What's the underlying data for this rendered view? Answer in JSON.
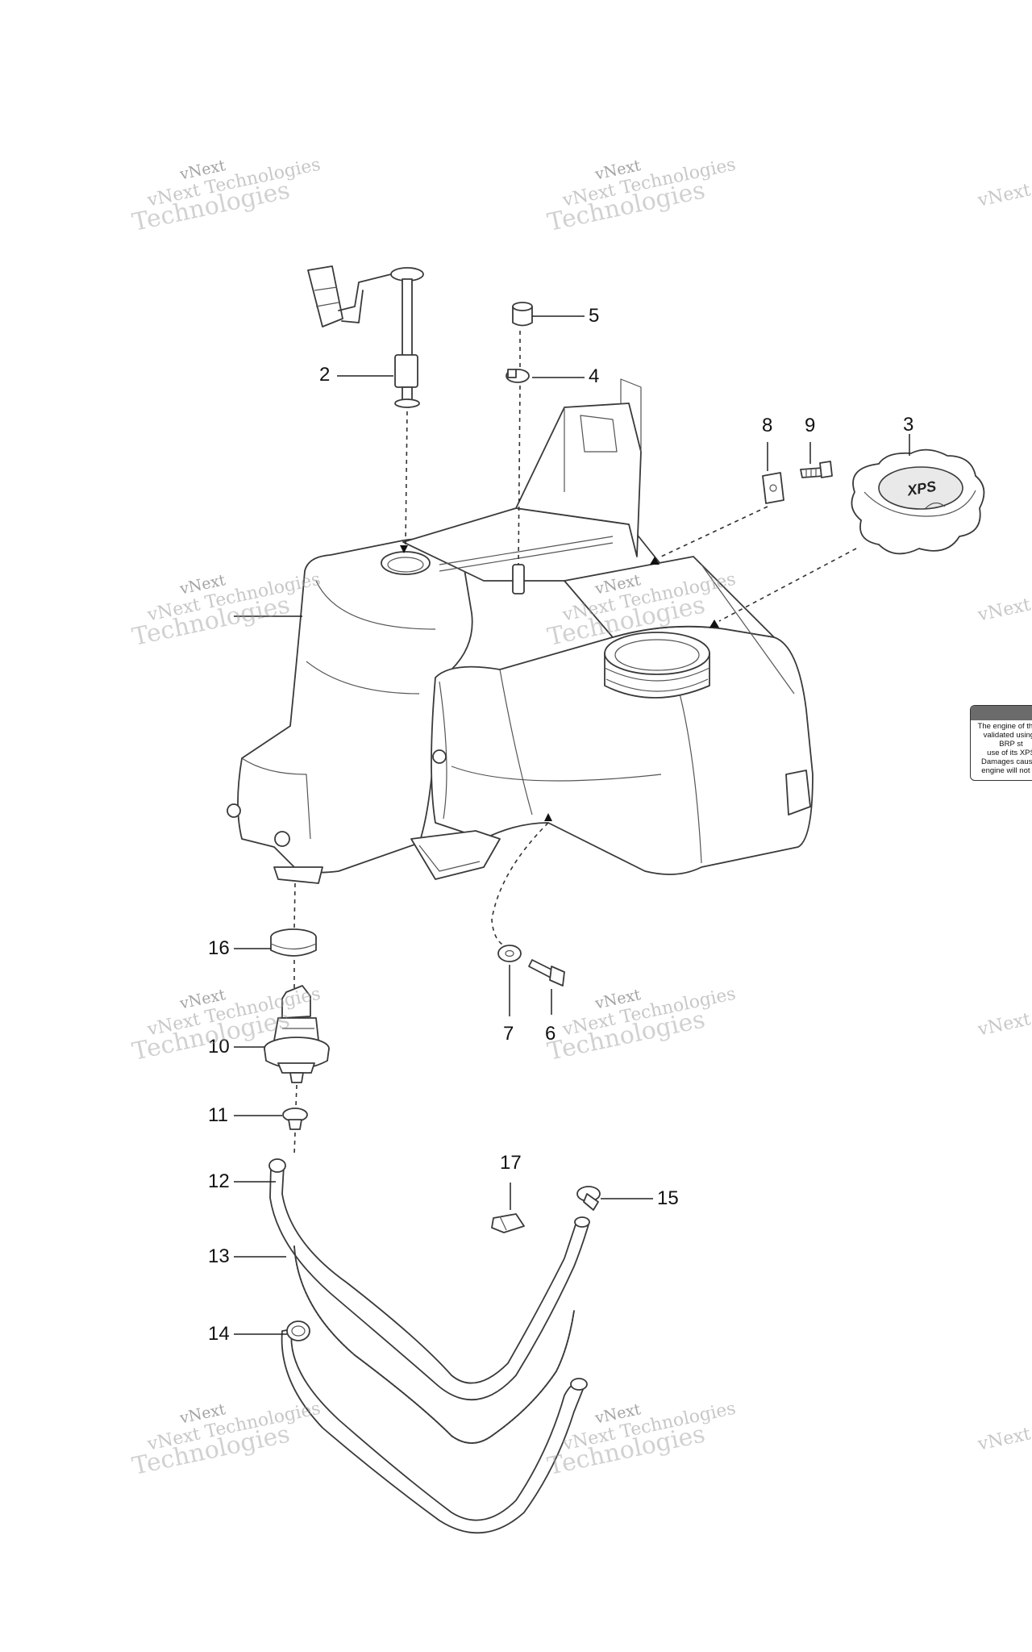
{
  "watermark": {
    "line1": "vNext",
    "line2": "vNext Technologies",
    "line3": "Technologies"
  },
  "notice_label": {
    "text": "The engine of this s\nvalidated using t\nBRP st\nuse of its XPS\nDamages caused\nengine will not be"
  },
  "callouts": [
    {
      "id": "2",
      "text": "2"
    },
    {
      "id": "3",
      "text": "3"
    },
    {
      "id": "4",
      "text": "4"
    },
    {
      "id": "5",
      "text": "5"
    },
    {
      "id": "6",
      "text": "6"
    },
    {
      "id": "7",
      "text": "7"
    },
    {
      "id": "8",
      "text": "8"
    },
    {
      "id": "9",
      "text": "9"
    },
    {
      "id": "10",
      "text": "10"
    },
    {
      "id": "11",
      "text": "11"
    },
    {
      "id": "12",
      "text": "12"
    },
    {
      "id": "13",
      "text": "13"
    },
    {
      "id": "14",
      "text": "14"
    },
    {
      "id": "15",
      "text": "15"
    },
    {
      "id": "16",
      "text": "16"
    },
    {
      "id": "17",
      "text": "17"
    }
  ],
  "cap_logo": "XPS",
  "colors": {
    "line": "#3a3a3a",
    "watermark": "#9a9a9a",
    "background": "#ffffff"
  }
}
